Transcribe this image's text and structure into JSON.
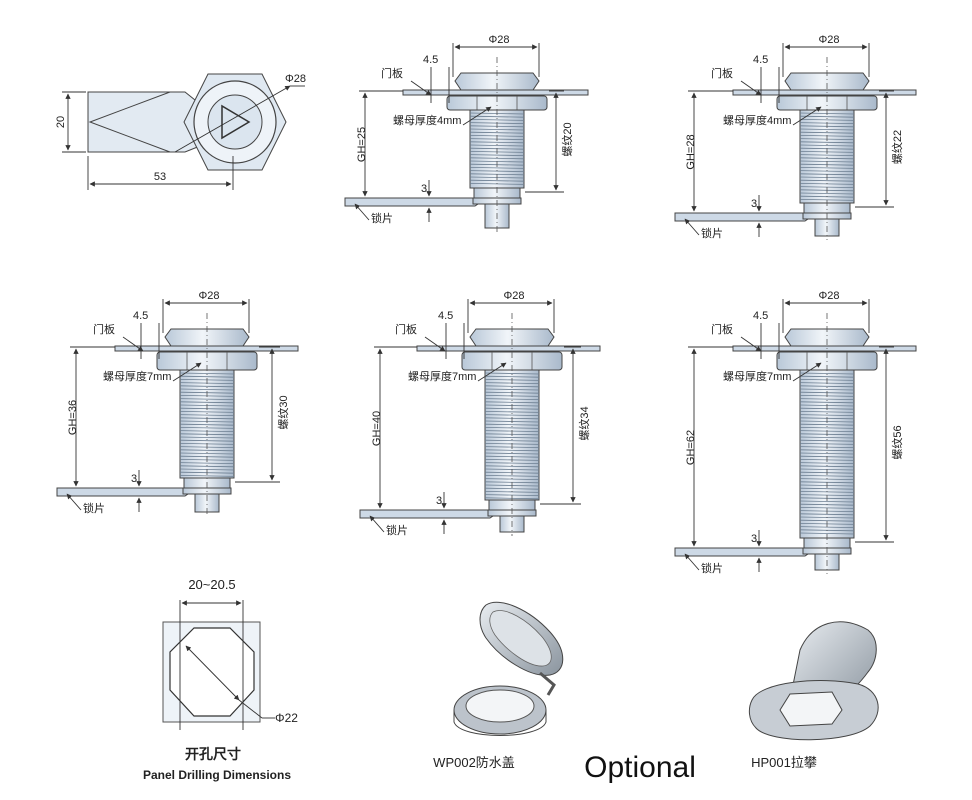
{
  "top_view": {
    "width": "53",
    "height": "20",
    "diameter": "Φ28"
  },
  "locks": [
    {
      "phi": "Φ28",
      "offset": "4.5",
      "panel": "门板",
      "nut": "螺母厚度4mm",
      "gh": "GH=25",
      "thread": "螺纹20",
      "cam_thk": "3",
      "cam": "锁片"
    },
    {
      "phi": "Φ28",
      "offset": "4.5",
      "panel": "门板",
      "nut": "螺母厚度4mm",
      "gh": "GH=28",
      "thread": "螺纹22",
      "cam_thk": "3",
      "cam": "锁片"
    },
    {
      "phi": "Φ28",
      "offset": "4.5",
      "panel": "门板",
      "nut": "螺母厚度7mm",
      "gh": "GH=36",
      "thread": "螺纹30",
      "cam_thk": "3",
      "cam": "锁片"
    },
    {
      "phi": "Φ28",
      "offset": "4.5",
      "panel": "门板",
      "nut": "螺母厚度7mm",
      "gh": "GH=40",
      "thread": "螺纹34",
      "cam_thk": "3",
      "cam": "锁片"
    },
    {
      "phi": "Φ28",
      "offset": "4.5",
      "panel": "门板",
      "nut": "螺母厚度7mm",
      "gh": "GH=62",
      "thread": "螺纹56",
      "cam_thk": "3",
      "cam": "锁片"
    }
  ],
  "drilling": {
    "width": "20~20.5",
    "diameter": "Φ22",
    "title_cn": "开孔尺寸",
    "title_en": "Panel Drilling Dimensions"
  },
  "optional": {
    "label": "Optional",
    "cover": "WP002防水盖",
    "handle": "HP001拉攀"
  },
  "colors": {
    "metal": "#d6e1ec",
    "plate": "#cdd9e6",
    "line": "#333333"
  }
}
